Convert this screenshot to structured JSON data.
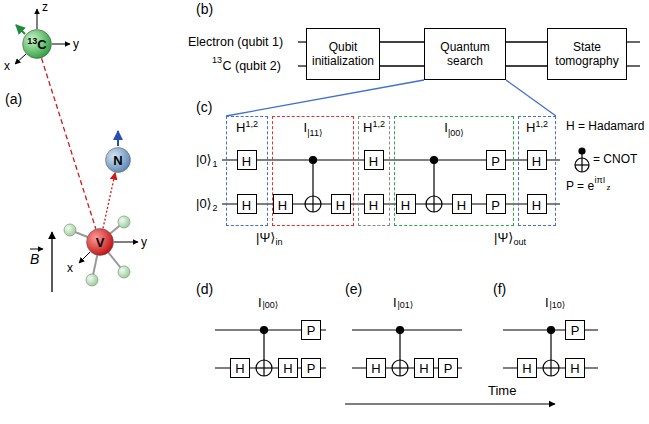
{
  "diagram": {
    "nodes": [
      {
        "text": [
          "13",
          "C"
        ]
      },
      {
        "text": [
          "N"
        ]
      },
      {
        "text": [
          "V"
        ]
      },
      {
        "text": [
          "Qubit initialization"
        ]
      },
      {
        "text": [
          "Quantum search"
        ]
      },
      {
        "text": [
          "State tomography"
        ]
      },
      {
        "text": [
          "H",
          "1,2"
        ]
      },
      {
        "text": [
          "H"
        ],
        "in": 6
      },
      {
        "text": [
          "H"
        ],
        "in": 6
      },
      {
        "text": [
          "I",
          "|11⟩"
        ]
      },
      {
        "text": [
          "H"
        ],
        "in": 9
      },
      {
        "text": [
          "H"
        ],
        "in": 9
      },
      {
        "text": [
          "H",
          "1,2"
        ]
      },
      {
        "text": [
          "H"
        ],
        "in": 12
      },
      {
        "text": [
          "H"
        ],
        "in": 12
      },
      {
        "text": [
          "I",
          "|00⟩"
        ]
      },
      {
        "text": [
          "H"
        ],
        "in": 15
      },
      {
        "text": [
          "H"
        ],
        "in": 15
      },
      {
        "text": [
          "P"
        ],
        "in": 15
      },
      {
        "text": [
          "P"
        ],
        "in": 15
      },
      {
        "text": [
          "H",
          "1,2"
        ]
      },
      {
        "text": [
          "H"
        ],
        "in": 20
      },
      {
        "text": [
          "H"
        ],
        "in": 20
      },
      {
        "text": [
          "H"
        ]
      },
      {
        "text": [
          "H"
        ]
      },
      {
        "text": [
          "P"
        ]
      },
      {
        "text": [
          "P"
        ]
      },
      {
        "text": [
          "H"
        ]
      },
      {
        "text": [
          "H"
        ]
      },
      {
        "text": [
          "P"
        ]
      },
      {
        "text": [
          "H"
        ]
      },
      {
        "text": [
          "H"
        ]
      },
      {
        "text": [
          "P"
        ]
      }
    ],
    "edges": [
      {
        "from": 0,
        "to": 2,
        "arrow": "none"
      },
      {
        "from": 2,
        "to": 1,
        "arrow": "to"
      },
      {
        "from": 3,
        "to": 4,
        "arrow": "none"
      },
      {
        "from": 3,
        "to": 4,
        "arrow": "none"
      },
      {
        "from": 4,
        "to": 5,
        "arrow": "none"
      },
      {
        "from": 4,
        "to": 5,
        "arrow": "none"
      },
      {
        "from": 4,
        "to": 6,
        "arrow": "none"
      },
      {
        "from": 4,
        "to": 20,
        "arrow": "none"
      }
    ],
    "labels": [
      "(a)",
      "z",
      "y",
      "x",
      "y",
      "x",
      "B",
      "(b)",
      "Electron (qubit 1)",
      "13",
      "C (qubit 2)",
      "(c)",
      "|0⟩",
      "1",
      "|0⟩",
      "2",
      "|Ψ⟩",
      "in",
      "|Ψ⟩",
      "out",
      "H = Hadamard",
      "= CNOT",
      "P = e",
      "iπI",
      "z",
      "(d)",
      "I",
      "|00⟩",
      "(e)",
      "I",
      "|01⟩",
      "(f)",
      "I",
      "|10⟩",
      "Time"
    ]
  }
}
